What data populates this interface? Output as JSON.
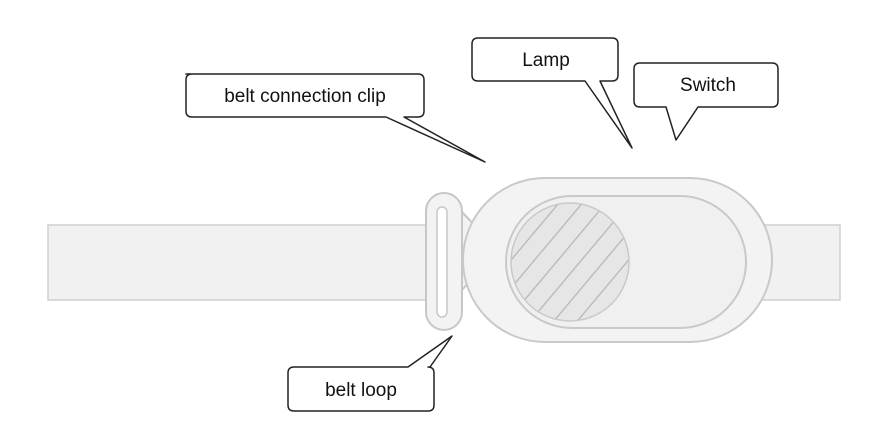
{
  "labels": {
    "belt_connection_clip": "belt connection clip",
    "lamp": "Lamp",
    "switch": "Switch",
    "belt_loop": "belt loop"
  },
  "colors": {
    "background": "#ffffff",
    "belt_fill": "#f1f1f1",
    "device_fill": "#f3f3f3",
    "outline": "#c9c9c9",
    "callout_outline": "#222222",
    "hatch": "#b5b5b5"
  }
}
